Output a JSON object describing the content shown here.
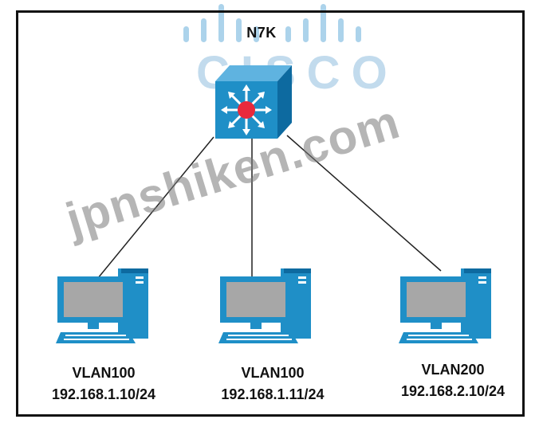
{
  "diagram": {
    "switch": {
      "name": "N7K",
      "icon": "layer3-switch-icon",
      "color": "#1f8fc7"
    },
    "hosts": [
      {
        "vlan": "VLAN100",
        "ip": "192.168.1.10/24",
        "icon": "desktop-computer-icon"
      },
      {
        "vlan": "VLAN100",
        "ip": "192.168.1.11/24",
        "icon": "desktop-computer-icon"
      },
      {
        "vlan": "VLAN200",
        "ip": "192.168.2.10/24",
        "icon": "desktop-computer-icon"
      }
    ],
    "links": [
      {
        "from": "N7K",
        "to": "192.168.1.10/24"
      },
      {
        "from": "N7K",
        "to": "192.168.1.11/24"
      },
      {
        "from": "N7K",
        "to": "192.168.2.10/24"
      }
    ]
  },
  "watermark": {
    "text": "jpnshiken.com"
  },
  "logo": {
    "text": "CISCO",
    "color": "#5aa8d8"
  }
}
